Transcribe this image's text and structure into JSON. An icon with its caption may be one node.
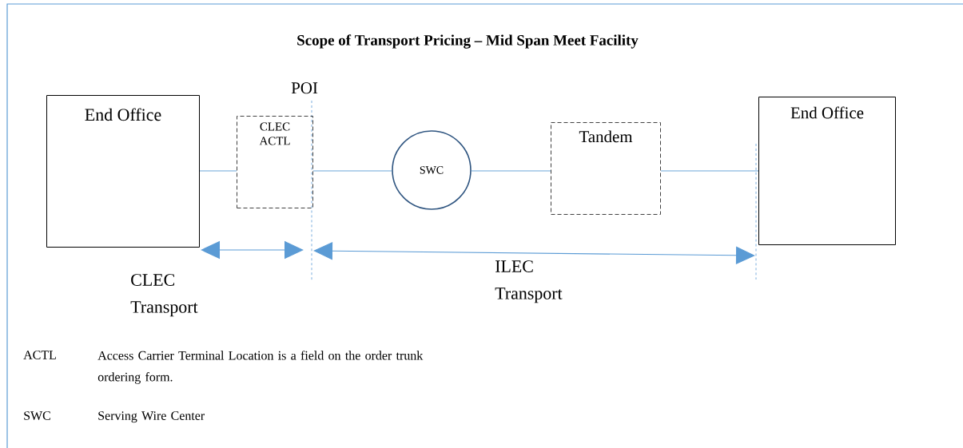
{
  "diagram": {
    "title": "Scope of Transport Pricing – Mid Span Meet Facility",
    "nodes": [
      {
        "text": [
          "End Office"
        ]
      },
      {
        "text": [
          "CLEC ACTL"
        ]
      },
      {
        "text": [
          "SWC"
        ]
      },
      {
        "text": [
          "Tandem"
        ]
      },
      {
        "text": [
          "End Office"
        ]
      }
    ],
    "edges": [
      {
        "from": 0,
        "to": 1,
        "arrow": "none"
      },
      {
        "from": 1,
        "to": 2,
        "arrow": "none"
      },
      {
        "from": 2,
        "to": 3,
        "arrow": "none"
      },
      {
        "from": 3,
        "to": 4,
        "arrow": "none"
      }
    ],
    "labels": [
      "POI",
      "CLEC Transport",
      "ILEC Transport",
      "ACTL",
      "Access Carrier Terminal Location is a field on the order trunk ordering form.",
      "SWC",
      "Serving Wire Center"
    ]
  }
}
